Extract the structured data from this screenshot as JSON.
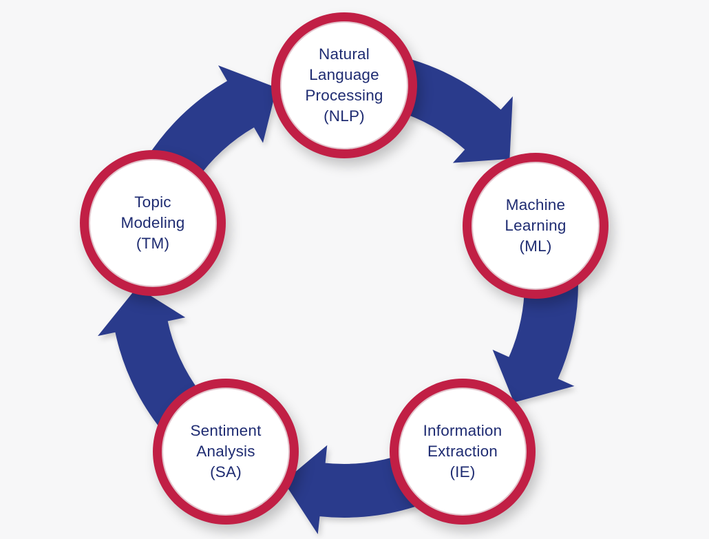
{
  "diagram": {
    "type": "cycle",
    "colors": {
      "arrow": "#2b3a8c",
      "node_border": "#c11f45",
      "node_fill": "#ffffff",
      "text": "#1f2c72",
      "background": "#f7f7f8"
    },
    "nodes": [
      {
        "id": "nlp",
        "lines": [
          "Natural",
          "Language",
          "Processing",
          "(NLP)"
        ]
      },
      {
        "id": "ml",
        "lines": [
          "Machine",
          "Learning",
          "(ML)"
        ]
      },
      {
        "id": "ie",
        "lines": [
          "Information",
          "Extraction",
          "(IE)"
        ]
      },
      {
        "id": "sa",
        "lines": [
          "Sentiment",
          "Analysis",
          "(SA)"
        ]
      },
      {
        "id": "tm",
        "lines": [
          "Topic",
          "Modeling",
          "(TM)"
        ]
      }
    ],
    "flow_direction": "clockwise",
    "edges": [
      {
        "from": "nlp",
        "to": "ml"
      },
      {
        "from": "ml",
        "to": "ie"
      },
      {
        "from": "ie",
        "to": "sa"
      },
      {
        "from": "sa",
        "to": "tm"
      },
      {
        "from": "tm",
        "to": "nlp"
      }
    ]
  }
}
